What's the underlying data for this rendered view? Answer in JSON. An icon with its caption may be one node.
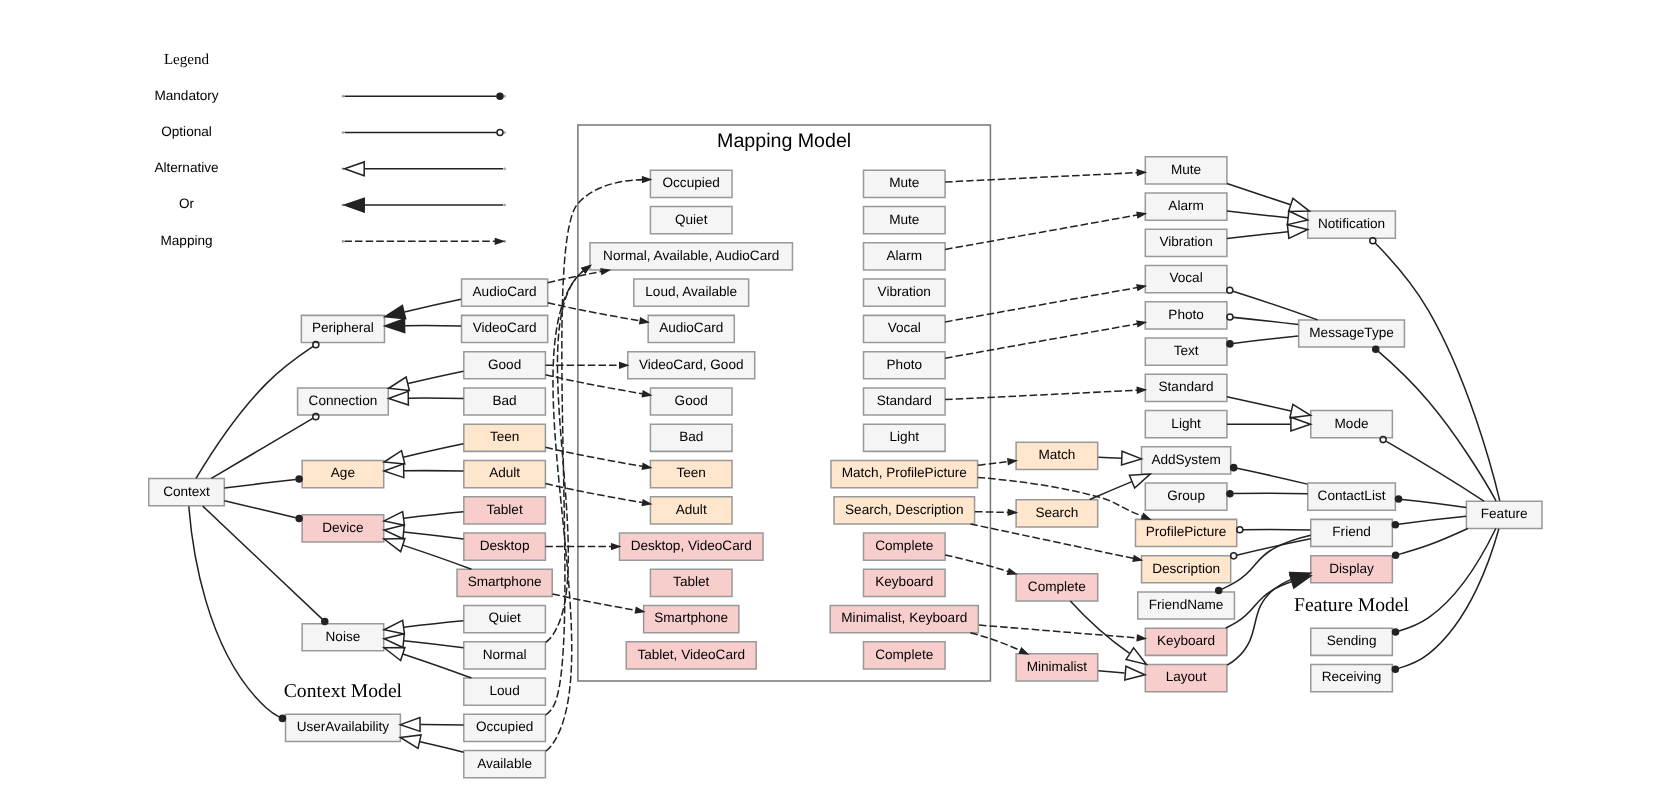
{
  "diagram": {
    "nodes": [
      {
        "text": [
          "Context"
        ]
      },
      {
        "text": [
          "UserAvailability"
        ]
      },
      {
        "text": [
          "Occupied"
        ]
      },
      {
        "text": [
          "Available"
        ]
      },
      {
        "text": [
          "Noise"
        ]
      },
      {
        "text": [
          "Quiet"
        ]
      },
      {
        "text": [
          "Normal"
        ]
      },
      {
        "text": [
          "Loud"
        ]
      },
      {
        "text": [
          "Peripheral"
        ]
      },
      {
        "text": [
          "AudioCard"
        ]
      },
      {
        "text": [
          "VideoCard"
        ]
      },
      {
        "text": [
          "Connection"
        ]
      },
      {
        "text": [
          "Good"
        ]
      },
      {
        "text": [
          "Bad"
        ]
      },
      {
        "text": [
          "Age"
        ]
      },
      {
        "text": [
          "Teen"
        ]
      },
      {
        "text": [
          "Adult"
        ]
      },
      {
        "text": [
          "Device"
        ]
      },
      {
        "text": [
          "Smartphone"
        ]
      },
      {
        "text": [
          "Tablet"
        ]
      },
      {
        "text": [
          "Desktop"
        ]
      },
      {
        "text": [
          "Mapping Model"
        ]
      },
      {
        "text": [
          "Occupied"
        ],
        "in": 21
      },
      {
        "text": [
          "Mute"
        ],
        "in": 21
      },
      {
        "text": [
          "Quiet"
        ],
        "in": 21
      },
      {
        "text": [
          "Mute"
        ],
        "in": 21
      },
      {
        "text": [
          "Normal, Available, AudioCard"
        ],
        "in": 21
      },
      {
        "text": [
          "Alarm"
        ],
        "in": 21
      },
      {
        "text": [
          "Loud, Available"
        ],
        "in": 21
      },
      {
        "text": [
          "Vibration"
        ],
        "in": 21
      },
      {
        "text": [
          "AudioCard"
        ],
        "in": 21
      },
      {
        "text": [
          "Vocal"
        ],
        "in": 21
      },
      {
        "text": [
          "VideoCard, Good"
        ],
        "in": 21
      },
      {
        "text": [
          "Photo"
        ],
        "in": 21
      },
      {
        "text": [
          "Good"
        ],
        "in": 21
      },
      {
        "text": [
          "Standard"
        ],
        "in": 21
      },
      {
        "text": [
          "Bad"
        ],
        "in": 21
      },
      {
        "text": [
          "Light"
        ],
        "in": 21
      },
      {
        "text": [
          "Teen"
        ],
        "in": 21
      },
      {
        "text": [
          "Match, ProfilePicture"
        ],
        "in": 21
      },
      {
        "text": [
          "Adult"
        ],
        "in": 21
      },
      {
        "text": [
          "Search, Description"
        ],
        "in": 21
      },
      {
        "text": [
          "Smartphone"
        ],
        "in": 21
      },
      {
        "text": [
          "Minimalist, Keyboard"
        ],
        "in": 21
      },
      {
        "text": [
          "Tablet"
        ],
        "in": 21
      },
      {
        "text": [
          "Keyboard"
        ],
        "in": 21
      },
      {
        "text": [
          "Desktop, VideoCard"
        ],
        "in": 21
      },
      {
        "text": [
          "Complete"
        ],
        "in": 21
      },
      {
        "text": [
          "Tablet, VideoCard"
        ],
        "in": 21
      },
      {
        "text": [
          "Complete"
        ],
        "in": 21
      },
      {
        "text": [
          "Sending"
        ]
      },
      {
        "text": [
          "Receiving"
        ]
      },
      {
        "text": [
          "Mute"
        ]
      },
      {
        "text": [
          "Alarm"
        ]
      },
      {
        "text": [
          "Notification"
        ]
      },
      {
        "text": [
          "Vibration"
        ]
      },
      {
        "text": [
          "Text"
        ]
      },
      {
        "text": [
          "Photo"
        ]
      },
      {
        "text": [
          "MessageType"
        ]
      },
      {
        "text": [
          "Vocal"
        ]
      },
      {
        "text": [
          "Standard"
        ]
      },
      {
        "text": [
          "Mode"
        ]
      },
      {
        "text": [
          "Light"
        ]
      },
      {
        "text": [
          "Match"
        ]
      },
      {
        "text": [
          "AddSystem"
        ]
      },
      {
        "text": [
          "Search"
        ]
      },
      {
        "text": [
          "ContactList"
        ]
      },
      {
        "text": [
          "Group"
        ]
      },
      {
        "text": [
          "ProfilePicture"
        ]
      },
      {
        "text": [
          "Friend"
        ]
      },
      {
        "text": [
          "Description"
        ]
      },
      {
        "text": [
          "FriendName"
        ]
      },
      {
        "text": [
          "Minimalist"
        ]
      },
      {
        "text": [
          "Layout"
        ]
      },
      {
        "text": [
          "Complete"
        ]
      },
      {
        "text": [
          "Display"
        ]
      },
      {
        "text": [
          "Keyboard"
        ]
      },
      {
        "text": [
          "Feature"
        ]
      }
    ],
    "edges": [
      {
        "from": 0,
        "to": 1,
        "arrow": "other"
      },
      {
        "from": 0,
        "to": 4,
        "arrow": "other"
      },
      {
        "from": 0,
        "to": 8,
        "arrow": "other"
      },
      {
        "from": 0,
        "to": 11,
        "arrow": "other"
      },
      {
        "from": 0,
        "to": 14,
        "arrow": "other"
      },
      {
        "from": 0,
        "to": 17,
        "arrow": "other"
      },
      {
        "from": 2,
        "to": 1,
        "arrow": "to"
      },
      {
        "from": 3,
        "to": 1,
        "arrow": "to"
      },
      {
        "from": 5,
        "to": 4,
        "arrow": "to"
      },
      {
        "from": 6,
        "to": 4,
        "arrow": "to"
      },
      {
        "from": 7,
        "to": 4,
        "arrow": "to"
      },
      {
        "from": 9,
        "to": 8,
        "arrow": "to"
      },
      {
        "from": 10,
        "to": 8,
        "arrow": "to"
      },
      {
        "from": 12,
        "to": 11,
        "arrow": "to"
      },
      {
        "from": 13,
        "to": 11,
        "arrow": "to"
      },
      {
        "from": 15,
        "to": 14,
        "arrow": "to"
      },
      {
        "from": 16,
        "to": 14,
        "arrow": "to"
      },
      {
        "from": 18,
        "to": 17,
        "arrow": "to"
      },
      {
        "from": 19,
        "to": 17,
        "arrow": "to"
      },
      {
        "from": 20,
        "to": 17,
        "arrow": "to"
      },
      {
        "from": 2,
        "to": 22,
        "arrow": "to",
        "style": "dashed"
      },
      {
        "from": 3,
        "to": 26,
        "arrow": "to",
        "style": "dashed"
      },
      {
        "from": 6,
        "to": 26,
        "arrow": "to",
        "style": "dashed"
      },
      {
        "from": 9,
        "to": 26,
        "arrow": "to",
        "style": "dashed"
      },
      {
        "from": 9,
        "to": 30,
        "arrow": "to",
        "style": "dashed"
      },
      {
        "from": 12,
        "to": 32,
        "arrow": "to",
        "style": "dashed"
      },
      {
        "from": 12,
        "to": 34,
        "arrow": "to",
        "style": "dashed"
      },
      {
        "from": 15,
        "to": 38,
        "arrow": "to",
        "style": "dashed"
      },
      {
        "from": 16,
        "to": 40,
        "arrow": "to",
        "style": "dashed"
      },
      {
        "from": 18,
        "to": 42,
        "arrow": "to",
        "style": "dashed"
      },
      {
        "from": 20,
        "to": 46,
        "arrow": "to",
        "style": "dashed"
      },
      {
        "from": 23,
        "to": 52,
        "arrow": "to",
        "style": "dashed"
      },
      {
        "from": 27,
        "to": 53,
        "arrow": "to",
        "style": "dashed"
      },
      {
        "from": 31,
        "to": 59,
        "arrow": "to",
        "style": "dashed"
      },
      {
        "from": 33,
        "to": 57,
        "arrow": "to",
        "style": "dashed"
      },
      {
        "from": 35,
        "to": 60,
        "arrow": "to",
        "style": "dashed"
      },
      {
        "from": 39,
        "to": 63,
        "arrow": "to",
        "style": "dashed"
      },
      {
        "from": 39,
        "to": 68,
        "arrow": "to",
        "style": "dashed"
      },
      {
        "from": 41,
        "to": 65,
        "arrow": "to",
        "style": "dashed"
      },
      {
        "from": 41,
        "to": 70,
        "arrow": "to",
        "style": "dashed"
      },
      {
        "from": 43,
        "to": 72,
        "arrow": "to",
        "style": "dashed"
      },
      {
        "from": 43,
        "to": 76,
        "arrow": "to",
        "style": "dashed"
      },
      {
        "from": 47,
        "to": 74,
        "arrow": "to",
        "style": "dashed"
      },
      {
        "from": 77,
        "to": 50,
        "arrow": "other"
      },
      {
        "from": 77,
        "to": 51,
        "arrow": "other"
      },
      {
        "from": 77,
        "to": 54,
        "arrow": "other"
      },
      {
        "from": 77,
        "to": 58,
        "arrow": "other"
      },
      {
        "from": 77,
        "to": 61,
        "arrow": "other"
      },
      {
        "from": 77,
        "to": 66,
        "arrow": "other"
      },
      {
        "from": 77,
        "to": 69,
        "arrow": "other"
      },
      {
        "from": 77,
        "to": 75,
        "arrow": "other"
      },
      {
        "from": 52,
        "to": 54,
        "arrow": "to"
      },
      {
        "from": 53,
        "to": 54,
        "arrow": "to"
      },
      {
        "from": 55,
        "to": 54,
        "arrow": "to"
      },
      {
        "from": 58,
        "to": 56,
        "arrow": "other"
      },
      {
        "from": 58,
        "to": 57,
        "arrow": "other"
      },
      {
        "from": 58,
        "to": 59,
        "arrow": "other"
      },
      {
        "from": 60,
        "to": 61,
        "arrow": "to"
      },
      {
        "from": 62,
        "to": 61,
        "arrow": "to"
      },
      {
        "from": 63,
        "to": 64,
        "arrow": "to"
      },
      {
        "from": 65,
        "to": 64,
        "arrow": "to"
      },
      {
        "from": 66,
        "to": 64,
        "arrow": "other"
      },
      {
        "from": 66,
        "to": 67,
        "arrow": "other"
      },
      {
        "from": 69,
        "to": 68,
        "arrow": "other"
      },
      {
        "from": 69,
        "to": 70,
        "arrow": "other"
      },
      {
        "from": 69,
        "to": 71,
        "arrow": "other"
      },
      {
        "from": 72,
        "to": 73,
        "arrow": "to"
      },
      {
        "from": 74,
        "to": 73,
        "arrow": "to"
      },
      {
        "from": 73,
        "to": 75,
        "arrow": "to"
      },
      {
        "from": 76,
        "to": 75,
        "arrow": "to"
      }
    ],
    "labels": [
      "Context Model",
      "Feature Model",
      "Legend"
    ],
    "legend": [
      {
        "text": "Mandatory"
      },
      {
        "text": "Optional"
      },
      {
        "text": "Alternative"
      },
      {
        "text": "Or"
      },
      {
        "text": "Mapping"
      }
    ]
  }
}
